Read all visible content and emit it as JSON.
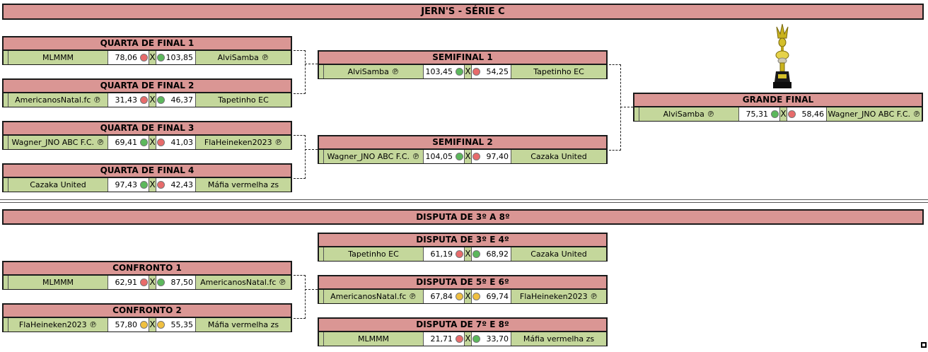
{
  "title": "JERN'S - SÉRIE C",
  "section2_title": "DISPUTA DE 3º A 8º",
  "colors": {
    "win": "#5cb85c",
    "lose": "#e86b6b",
    "draw": "#f0c040",
    "header": "#da9694",
    "row": "#c4d79b"
  },
  "trophy_icon": "trophy-icon",
  "matches": {
    "qf1": {
      "title": "QUARTA DE FINAL 1",
      "team1": "MLMMM",
      "score1": "78,06",
      "status1": "lose",
      "x": "X",
      "score2": "103,85",
      "status2": "win",
      "team2": "AlviSamba ℗"
    },
    "qf2": {
      "title": "QUARTA DE FINAL 2",
      "team1": "AmericanosNatal.fc ℗",
      "score1": "31,43",
      "status1": "lose",
      "x": "X",
      "score2": "46,37",
      "status2": "win",
      "team2": "Tapetinho EC"
    },
    "qf3": {
      "title": "QUARTA DE FINAL 3",
      "team1": "Wagner_JNO ABC F.C. ℗",
      "score1": "69,41",
      "status1": "win",
      "x": "X",
      "score2": "41,03",
      "status2": "lose",
      "team2": "FlaHeineken2023 ℗"
    },
    "qf4": {
      "title": "QUARTA DE FINAL 4",
      "team1": "Cazaka United",
      "score1": "97,43",
      "status1": "win",
      "x": "X",
      "score2": "42,43",
      "status2": "lose",
      "team2": "Máfia vermelha zs"
    },
    "sf1": {
      "title": "SEMIFINAL 1",
      "team1": "AlviSamba ℗",
      "score1": "103,45",
      "status1": "win",
      "x": "X",
      "score2": "54,25",
      "status2": "lose",
      "team2": "Tapetinho EC"
    },
    "sf2": {
      "title": "SEMIFINAL 2",
      "team1": "Wagner_JNO ABC F.C. ℗",
      "score1": "104,05",
      "status1": "win",
      "x": "X",
      "score2": "97,40",
      "status2": "lose",
      "team2": "Cazaka United"
    },
    "final": {
      "title": "GRANDE FINAL",
      "team1": "AlviSamba ℗",
      "score1": "75,31",
      "status1": "win",
      "x": "X",
      "score2": "58,46",
      "status2": "lose",
      "team2": "Wagner_JNO ABC F.C. ℗"
    },
    "c1": {
      "title": "CONFRONTO 1",
      "team1": "MLMMM",
      "score1": "62,91",
      "status1": "lose",
      "x": "X",
      "score2": "87,50",
      "status2": "win",
      "team2": "AmericanosNatal.fc ℗"
    },
    "c2": {
      "title": "CONFRONTO 2",
      "team1": "FlaHeineken2023 ℗",
      "score1": "57,80",
      "status1": "draw",
      "x": "X",
      "score2": "55,35",
      "status2": "draw",
      "team2": "Máfia vermelha zs"
    },
    "d34": {
      "title": "DISPUTA DE 3º E 4º",
      "team1": "Tapetinho EC",
      "score1": "61,19",
      "status1": "lose",
      "x": "X",
      "score2": "68,92",
      "status2": "win",
      "team2": "Cazaka United"
    },
    "d56": {
      "title": "DISPUTA DE 5º E 6º",
      "team1": "AmericanosNatal.fc ℗",
      "score1": "67,84",
      "status1": "draw",
      "x": "X",
      "score2": "69,74",
      "status2": "draw",
      "team2": "FlaHeineken2023 ℗"
    },
    "d78": {
      "title": "DISPUTA DE 7º E 8º",
      "team1": "MLMMM",
      "score1": "21,71",
      "status1": "lose",
      "x": "X",
      "score2": "33,70",
      "status2": "win",
      "team2": "Máfia vermelha zs"
    }
  }
}
